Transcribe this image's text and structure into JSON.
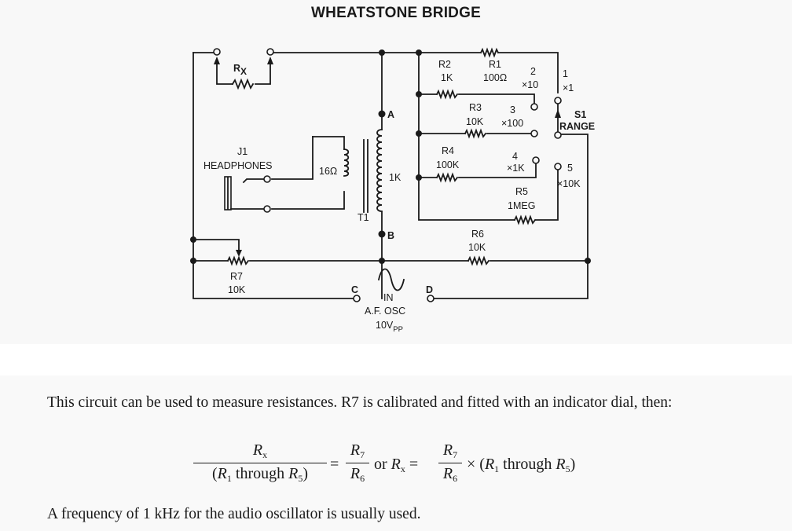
{
  "title": "WHEATSTONE BRIDGE",
  "schematic": {
    "components": {
      "rx": {
        "name": "R",
        "sub": "X"
      },
      "r1": {
        "name": "R1",
        "value": "100Ω"
      },
      "r2": {
        "name": "R2",
        "value": "1K"
      },
      "r3": {
        "name": "R3",
        "value": "10K"
      },
      "r4": {
        "name": "R4",
        "value": "100K"
      },
      "r5": {
        "name": "R5",
        "value": "1MEG"
      },
      "r6": {
        "name": "R6",
        "value": "10K"
      },
      "r7": {
        "name": "R7",
        "value": "10K"
      },
      "t1": {
        "name": "T1",
        "primary": "1K",
        "secondary": "16Ω"
      },
      "j1": {
        "name": "J1",
        "label": "HEADPHONES"
      },
      "s1": {
        "name": "S1",
        "label": "RANGE"
      },
      "osc": {
        "in": "IN",
        "label": "A.F. OSC",
        "voltage": "10V",
        "voltage_sub": "PP"
      }
    },
    "nodes": {
      "a": "A",
      "b": "B",
      "c": "C",
      "d": "D"
    },
    "switch_positions": [
      {
        "num": "1",
        "mult": "×1"
      },
      {
        "num": "2",
        "mult": "×10"
      },
      {
        "num": "3",
        "mult": "×100"
      },
      {
        "num": "4",
        "mult": "×1K"
      },
      {
        "num": "5",
        "mult": "×10K"
      }
    ]
  },
  "text": {
    "para1": "This circuit can be used to measure resistances. R7 is calibrated and fitted with an indicator dial, then:",
    "para2": "A frequency of 1 kHz for the audio oscillator is usually used."
  },
  "formula": {
    "rx": "R",
    "rx_sub": "x",
    "r1": "R",
    "r1_sub": "1",
    "r5": "R",
    "r5_sub": "5",
    "r6": "R",
    "r6_sub": "6",
    "r7": "R",
    "r7_sub": "7",
    "through": "through",
    "equals": "=",
    "or": "or",
    "times": "×"
  }
}
